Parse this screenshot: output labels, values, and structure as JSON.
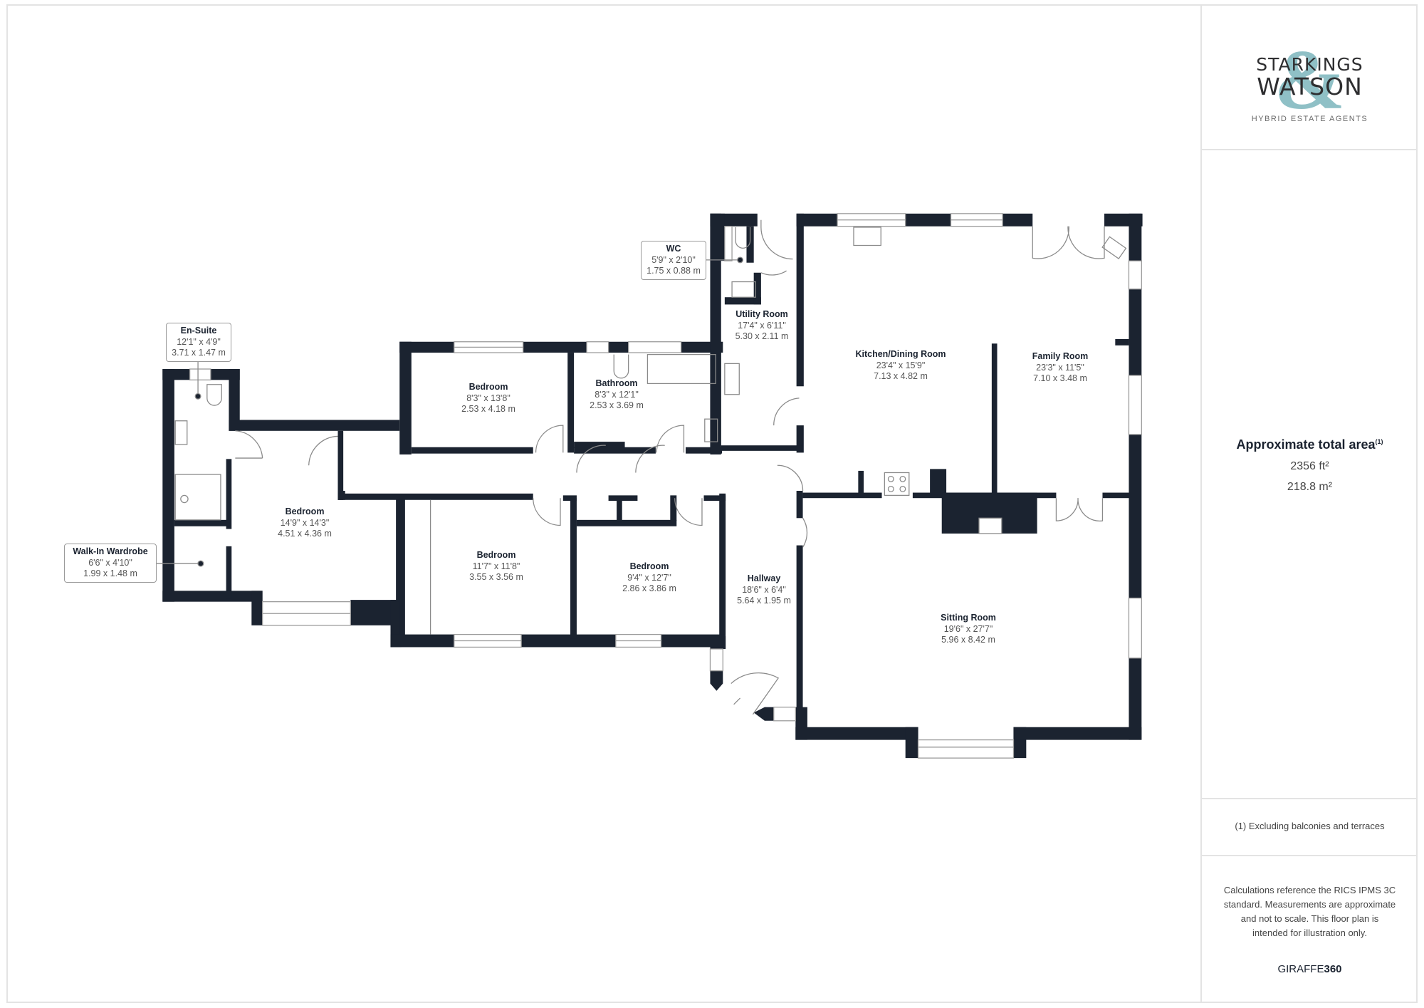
{
  "brand": {
    "logo_line1": "STARKINGS",
    "logo_line2": "WATSON",
    "logo_ampersand": "&",
    "tagline": "HYBRID ESTATE AGENTS",
    "accent_color": "#8fc0c6"
  },
  "area": {
    "title": "Approximate total area",
    "title_footnote": "(1)",
    "sqft": "2356 ft²",
    "sqm": "218.8 m²"
  },
  "footnote": "(1) Excluding balconies and terraces",
  "disclaimer": "Calculations reference the RICS IPMS 3C standard. Measurements are approximate and not to scale. This floor plan is intended for illustration only.",
  "provider": {
    "prefix": "GIRAFFE",
    "suffix": "360"
  },
  "wall_color": "#1b2330",
  "rooms": [
    {
      "id": "en-suite",
      "name": "En-Suite",
      "imperial": "12'1\" x 4'9\"",
      "metric": "3.71 x 1.47 m"
    },
    {
      "id": "walk-in-wardrobe",
      "name": "Walk-In Wardrobe",
      "imperial": "6'6\" x 4'10\"",
      "metric": "1.99 x 1.48 m"
    },
    {
      "id": "bedroom-1",
      "name": "Bedroom",
      "imperial": "14'9\" x 14'3\"",
      "metric": "4.51 x 4.36 m"
    },
    {
      "id": "bedroom-2",
      "name": "Bedroom",
      "imperial": "8'3\" x 13'8\"",
      "metric": "2.53 x 4.18 m"
    },
    {
      "id": "bathroom",
      "name": "Bathroom",
      "imperial": "8'3\" x 12'1\"",
      "metric": "2.53 x 3.69 m"
    },
    {
      "id": "wc",
      "name": "WC",
      "imperial": "5'9\" x 2'10\"",
      "metric": "1.75 x 0.88 m"
    },
    {
      "id": "utility-room",
      "name": "Utility Room",
      "imperial": "17'4\" x 6'11\"",
      "metric": "5.30 x 2.11 m"
    },
    {
      "id": "kitchen-dining",
      "name": "Kitchen/Dining Room",
      "imperial": "23'4\" x 15'9\"",
      "metric": "7.13 x 4.82 m"
    },
    {
      "id": "family-room",
      "name": "Family Room",
      "imperial": "23'3\" x 11'5\"",
      "metric": "7.10 x 3.48 m"
    },
    {
      "id": "bedroom-3",
      "name": "Bedroom",
      "imperial": "11'7\" x 11'8\"",
      "metric": "3.55 x 3.56 m"
    },
    {
      "id": "bedroom-4",
      "name": "Bedroom",
      "imperial": "9'4\" x 12'7\"",
      "metric": "2.86 x 3.86 m"
    },
    {
      "id": "hallway",
      "name": "Hallway",
      "imperial": "18'6\" x 6'4\"",
      "metric": "5.64 x 1.95 m"
    },
    {
      "id": "sitting-room",
      "name": "Sitting Room",
      "imperial": "19'6\" x 27'7\"",
      "metric": "5.96 x 8.42 m"
    }
  ]
}
